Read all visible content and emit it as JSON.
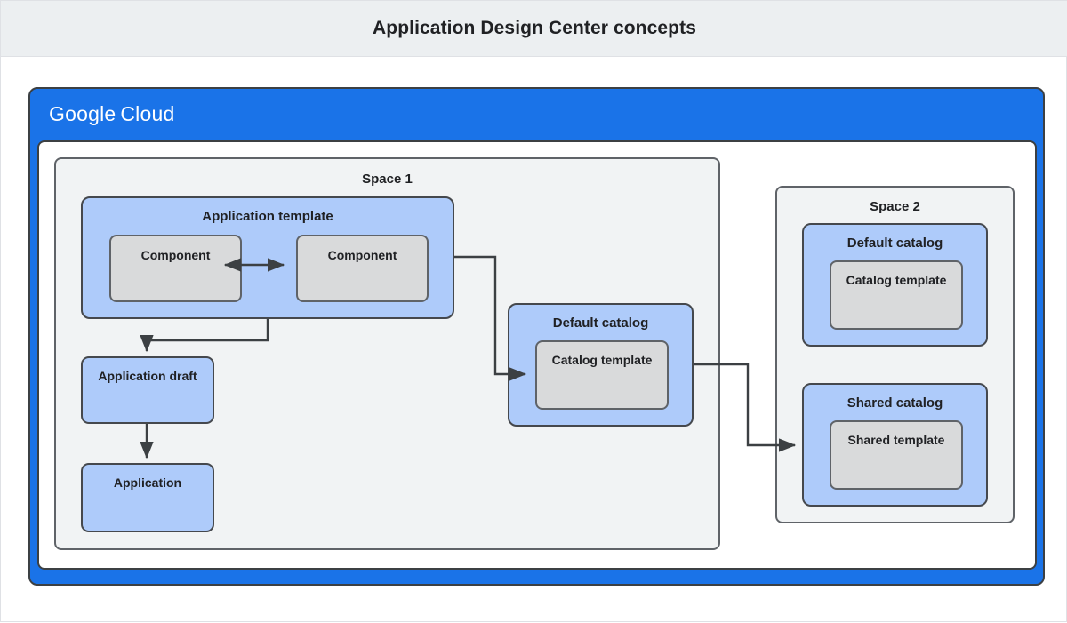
{
  "header": {
    "title": "Application Design Center concepts"
  },
  "cloud_panel": {
    "logo_primary": "Google",
    "logo_secondary": "Cloud"
  },
  "spaces": [
    {
      "id": "space-1",
      "label": "Space 1",
      "application_template": {
        "label": "Application template",
        "components": [
          {
            "label": "Component"
          },
          {
            "label": "Component"
          }
        ]
      },
      "application_draft": {
        "label": "Application draft"
      },
      "application": {
        "label": "Application"
      },
      "default_catalog": {
        "label": "Default catalog",
        "template": {
          "label": "Catalog template"
        }
      }
    },
    {
      "id": "space-2",
      "label": "Space 2",
      "default_catalog": {
        "label": "Default catalog",
        "template": {
          "label": "Catalog template"
        }
      },
      "shared_catalog": {
        "label": "Shared catalog",
        "template": {
          "label": "Shared template"
        }
      }
    }
  ],
  "connections": [
    {
      "name": "component-to-component",
      "from": "Component",
      "to": "Component",
      "style": "bidirectional-arrow"
    },
    {
      "name": "template-to-draft",
      "from": "Application template",
      "to": "Application draft",
      "style": "arrow"
    },
    {
      "name": "draft-to-application",
      "from": "Application draft",
      "to": "Application",
      "style": "arrow"
    },
    {
      "name": "template-to-default-catalog",
      "from": "Application template",
      "to": "Catalog template",
      "style": "arrow"
    },
    {
      "name": "default-catalog-to-shared-catalog",
      "from": "Default catalog",
      "to": "Shared template",
      "style": "arrow"
    }
  ],
  "colors": {
    "header_background": "#eceff1",
    "cloud_blue": "#1a73e8",
    "box_blue": "#aecbfa",
    "box_gray": "#d9dadb",
    "space_gray": "#f1f3f4",
    "stroke": "#45484d",
    "text": "#202124"
  }
}
